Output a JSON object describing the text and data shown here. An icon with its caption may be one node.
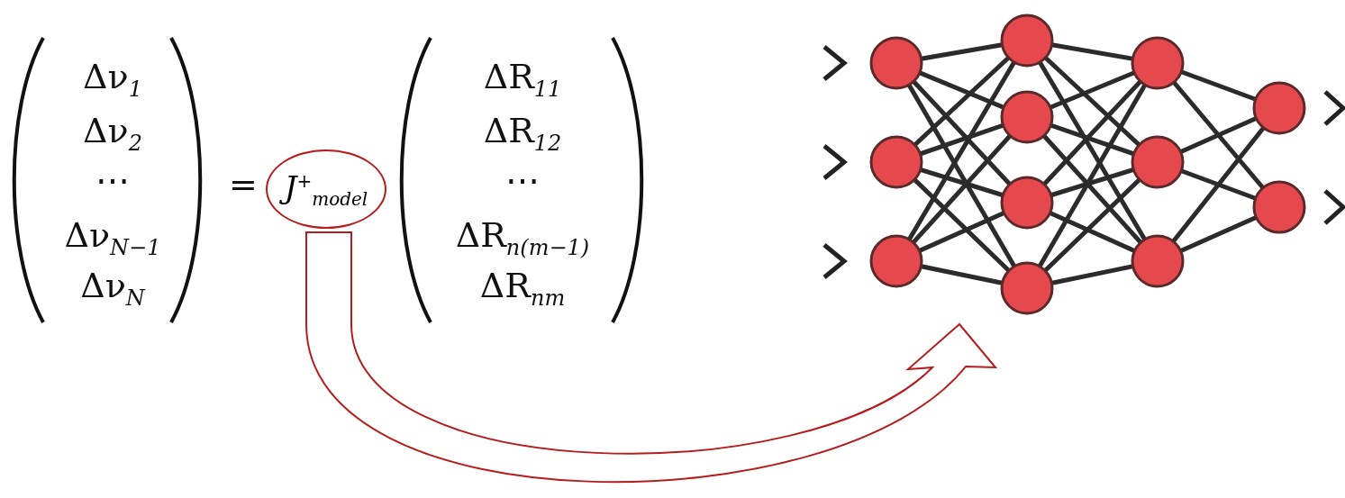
{
  "diagram": {
    "nodes": [
      {
        "text": [
          "J$^{+}$$_{model}$"
        ]
      },
      {
        "text": [],
        "shape": "picture"
      }
    ],
    "edges": [
      {
        "from": 0,
        "to": 1,
        "arrow": "to"
      }
    ],
    "labels": [
      "Δν$_{1}$",
      "Δν$_{2}$",
      "⋯",
      "Δν$_{N−1}$",
      "Δν$_{N}$",
      "=",
      "ΔR$_{11}$",
      "ΔR$_{12}$",
      "⋯",
      "ΔR$_{n(m−1)}$",
      "ΔR$_{nm}$"
    ]
  }
}
